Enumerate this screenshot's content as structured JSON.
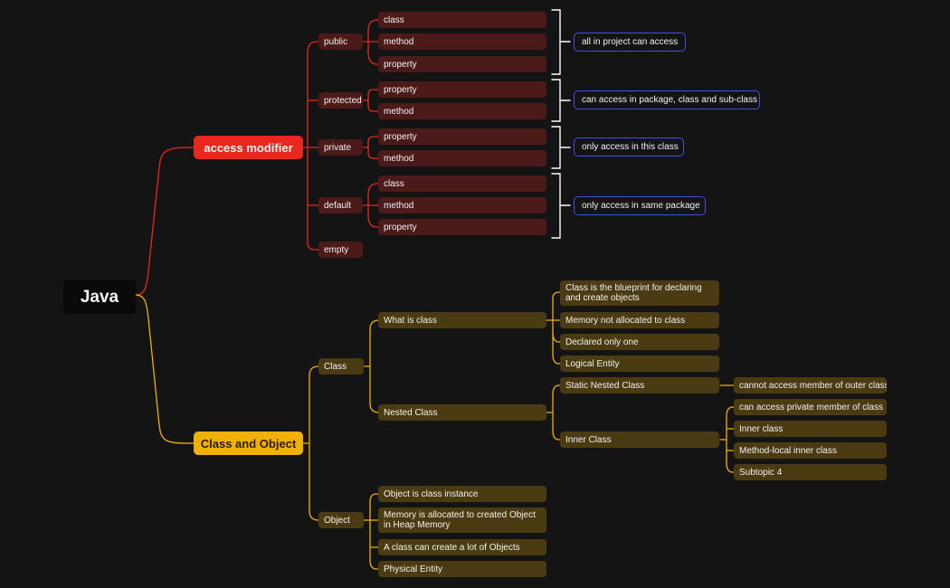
{
  "root": "Java",
  "access": {
    "title": "access modifier",
    "public": {
      "label": "public",
      "items": [
        "class",
        "method",
        "property"
      ],
      "note": "all in project can access"
    },
    "protected": {
      "label": "protected",
      "items": [
        "property",
        "method"
      ],
      "note": "can access in package, class and sub-class"
    },
    "private": {
      "label": "private",
      "items": [
        "property",
        "method"
      ],
      "note": "only access in this class"
    },
    "default": {
      "label": "default",
      "items": [
        "class",
        "method",
        "property"
      ],
      "note": "only access in same package"
    },
    "empty": "empty"
  },
  "classobj": {
    "title": "Class and Object",
    "class": {
      "label": "Class",
      "what": {
        "label": "What is class",
        "items": [
          "Class is the blueprint for declaring and create objects",
          "Memory not allocated to class",
          "Declared only one",
          "Logical Entity"
        ]
      },
      "nested": {
        "label": "Nested Class",
        "static": {
          "label": "Static Nested Class",
          "items": [
            "cannot access member of outer class"
          ]
        },
        "inner": {
          "label": "Inner Class",
          "items": [
            "can access private member of class",
            "Inner class",
            "Method-local inner class",
            "Subtopic 4"
          ]
        }
      }
    },
    "object": {
      "label": "Object",
      "items": [
        "Object is class instance",
        "Memory is allocated to created Object in Heap Memory",
        "A class can create a lot of Objects",
        "Physical Entity"
      ]
    }
  },
  "colors": {
    "background": "#141414",
    "access_branch": "#e8281e",
    "class_branch": "#efb008",
    "red_node": "#4d1a1a",
    "gold_node": "#4b3b12",
    "note_border": "#3f52e6"
  }
}
